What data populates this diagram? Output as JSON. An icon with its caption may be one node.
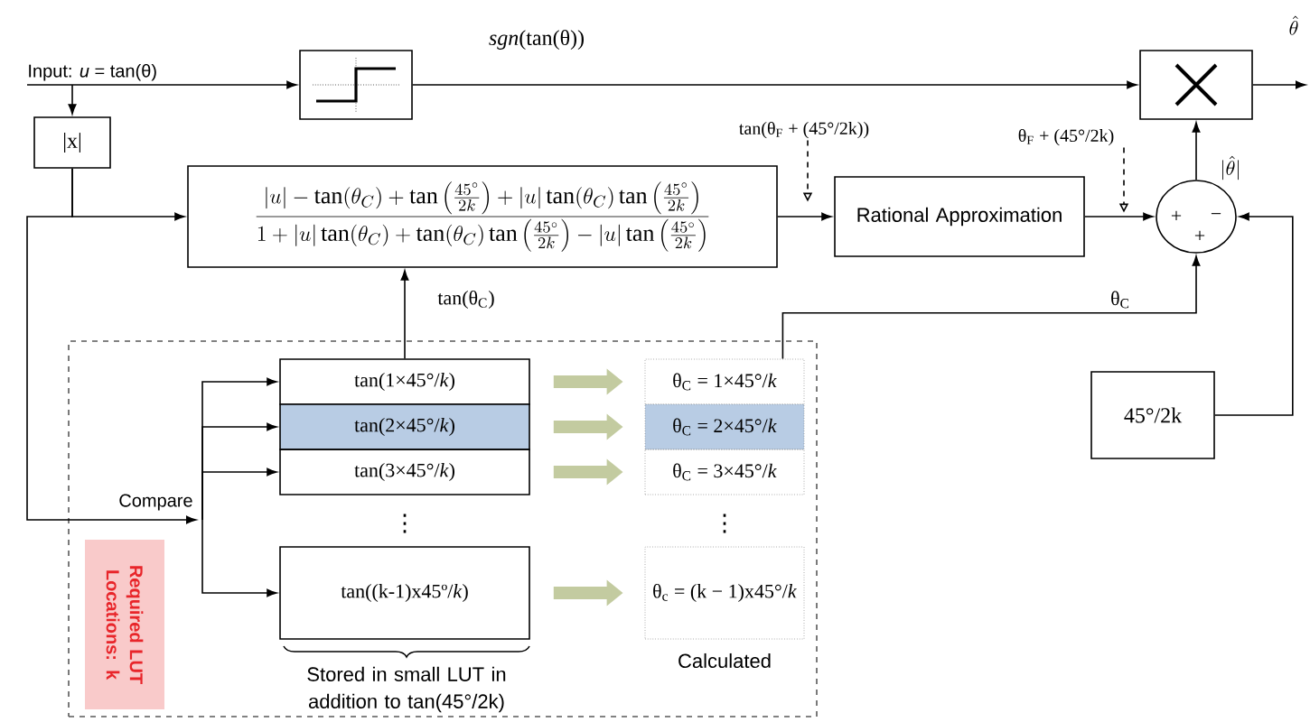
{
  "diagram": {
    "nodes": [
      {
        "text": [
          "Input: *u* = tan(θ)"
        ]
      },
      {
        "text": [],
        "shape": "box"
      },
      {
        "text": [],
        "shape": "box"
      },
      {
        "text": [
          "|x|"
        ]
      },
      {
        "text": [
          "\\frac{|u|-\\tan(\\theta_C)+\\tan\\left(\\frac{45^\\circ}{2k}\\right)+|u|\\tan(\\theta_C)\\tan\\left(\\frac{45^\\circ}{2k}\\right)}{1+|u|\\tan(\\theta_C)+\\tan(\\theta_C)\\tan\\left(\\frac{45^\\circ}{2k}\\right)-|u|\\tan\\left(\\frac{45^\\circ}{2k}\\right)}"
        ]
      },
      {
        "text": [
          "Rational Approximation"
        ]
      },
      {
        "text": [
          "+",
          "−",
          "+"
        ]
      },
      {
        "text": [
          "45°/2k"
        ]
      },
      {
        "text": [],
        "shape": "box"
      },
      {
        "text": [
          "Compare"
        ],
        "in": 8
      },
      {
        "text": [
          "tan(1×45°/*k*)"
        ],
        "in": 8
      },
      {
        "text": [
          "tan(2×45°/*k*)"
        ],
        "in": 8
      },
      {
        "text": [
          "tan(3×45°/*k*)"
        ],
        "in": 8
      },
      {
        "text": [
          "tan((k-1)x45º/*k*)"
        ],
        "in": 8
      },
      {
        "text": [
          "θ$_{C}$ = 1×45°/*k*"
        ],
        "in": 8
      },
      {
        "text": [
          "θ$_{C}$ = 2×45°/*k*"
        ],
        "in": 8
      },
      {
        "text": [
          "θ$_{C}$ = 3×45°/*k*"
        ],
        "in": 8
      },
      {
        "text": [
          "θ$_{c}$ = (k − 1)x45°/*k*"
        ],
        "in": 8
      },
      {
        "text": [
          "Required LUT Locations: k"
        ],
        "in": 8
      },
      {
        "text": [
          "tan(θ$_{F}$ + (45°/2k))"
        ]
      },
      {
        "text": [
          "θ$_{F}$ + (45°/2k)"
        ]
      }
    ],
    "edges": [
      {
        "from": 0,
        "to": 1,
        "arrow": "to"
      },
      {
        "from": 1,
        "to": 2,
        "arrow": "to",
        "label": "*sgn*(tan(θ))"
      },
      {
        "from": 2,
        "to": null,
        "arrow": "to",
        "label": "\\hat{\\theta}"
      },
      {
        "from": 0,
        "to": 3,
        "arrow": "to"
      },
      {
        "from": 3,
        "to": 4,
        "arrow": "to"
      },
      {
        "from": 3,
        "to": 9,
        "arrow": "to"
      },
      {
        "from": 4,
        "to": 5,
        "arrow": "to"
      },
      {
        "from": 5,
        "to": 6,
        "arrow": "to"
      },
      {
        "from": 6,
        "to": 2,
        "arrow": "to",
        "label": "|\\hat{\\theta}|"
      },
      {
        "from": 7,
        "to": 6,
        "arrow": "to"
      },
      {
        "from": 10,
        "to": 4,
        "arrow": "to",
        "label": "tan(θ$_{C}$)"
      },
      {
        "from": 14,
        "to": 6,
        "arrow": "to",
        "label": "θ$_{C}$"
      },
      {
        "from": 9,
        "to": 10,
        "arrow": "to"
      },
      {
        "from": 9,
        "to": 11,
        "arrow": "to"
      },
      {
        "from": 9,
        "to": 12,
        "arrow": "to"
      },
      {
        "from": 9,
        "to": 13,
        "arrow": "to"
      },
      {
        "from": 10,
        "to": 14,
        "arrow": "to",
        "style": "thick",
        "color": "#c3cba0"
      },
      {
        "from": 11,
        "to": 15,
        "arrow": "to",
        "style": "thick",
        "color": "#c3cba0"
      },
      {
        "from": 12,
        "to": 16,
        "arrow": "to",
        "style": "thick",
        "color": "#c3cba0"
      },
      {
        "from": 13,
        "to": 17,
        "arrow": "to",
        "style": "thick",
        "color": "#c3cba0"
      },
      {
        "from": 19,
        "to": null,
        "arrow": "to",
        "style": "dashed"
      },
      {
        "from": 20,
        "to": null,
        "arrow": "to",
        "style": "dashed"
      }
    ],
    "labels": [
      "⋮",
      "⋮",
      "Stored in small LUT in addition to tan(45°/2k)",
      "Calculated"
    ]
  }
}
